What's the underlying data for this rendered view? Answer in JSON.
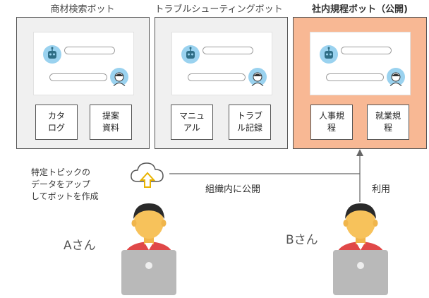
{
  "bots": [
    {
      "title": "商材検索ボット",
      "docs": [
        "カタ\nログ",
        "提案\n資料"
      ],
      "highlight": false
    },
    {
      "title": "トラブルシューティングボット",
      "docs": [
        "マニュ\nアル",
        "トラブ\nル記録"
      ],
      "highlight": false
    },
    {
      "title": "社内規程ボット（公開)",
      "docs": [
        "人事規\n程",
        "就業規\n程"
      ],
      "highlight": true
    }
  ],
  "upload_note": "特定トピックの\nデータをアップ\nしてボットを作成",
  "publish_label": "組織内に公開",
  "use_label": "利用",
  "person_a": "Aさん",
  "person_b": "Bさん",
  "colors": {
    "highlight_panel": "#f8b894",
    "avatar": "#9ad2ef",
    "skin": "#f7c25b",
    "shirt": "#e04848",
    "laptop": "#b9b9b9"
  }
}
